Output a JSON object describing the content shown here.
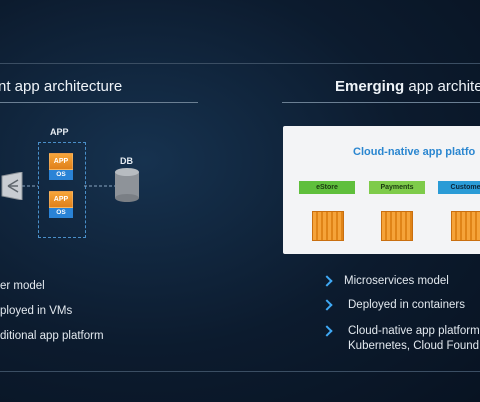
{
  "left": {
    "title_bold": "",
    "title_rest": "nt app architecture",
    "app_label": "APP",
    "db_label": "DB",
    "app_box": "APP",
    "os_box": "OS",
    "bullets": [
      "er model",
      "ployed in VMs",
      "ditional app platform"
    ]
  },
  "right": {
    "title_bold": "Emerging",
    "title_rest": " app archite",
    "platform_title": "Cloud-native app platfo",
    "services": [
      "eStore",
      "Payments",
      "Custome"
    ],
    "bullets": [
      "Microservices model",
      "Deployed in containers",
      "Cloud-native app platform",
      "Kubernetes, Cloud Found"
    ]
  },
  "colors": {
    "accent_blue": "#3fa9f5",
    "estore": "#5fbf3c",
    "payments": "#7ecb4a",
    "customers": "#2a9bd6",
    "cube": "#f5a33a"
  }
}
